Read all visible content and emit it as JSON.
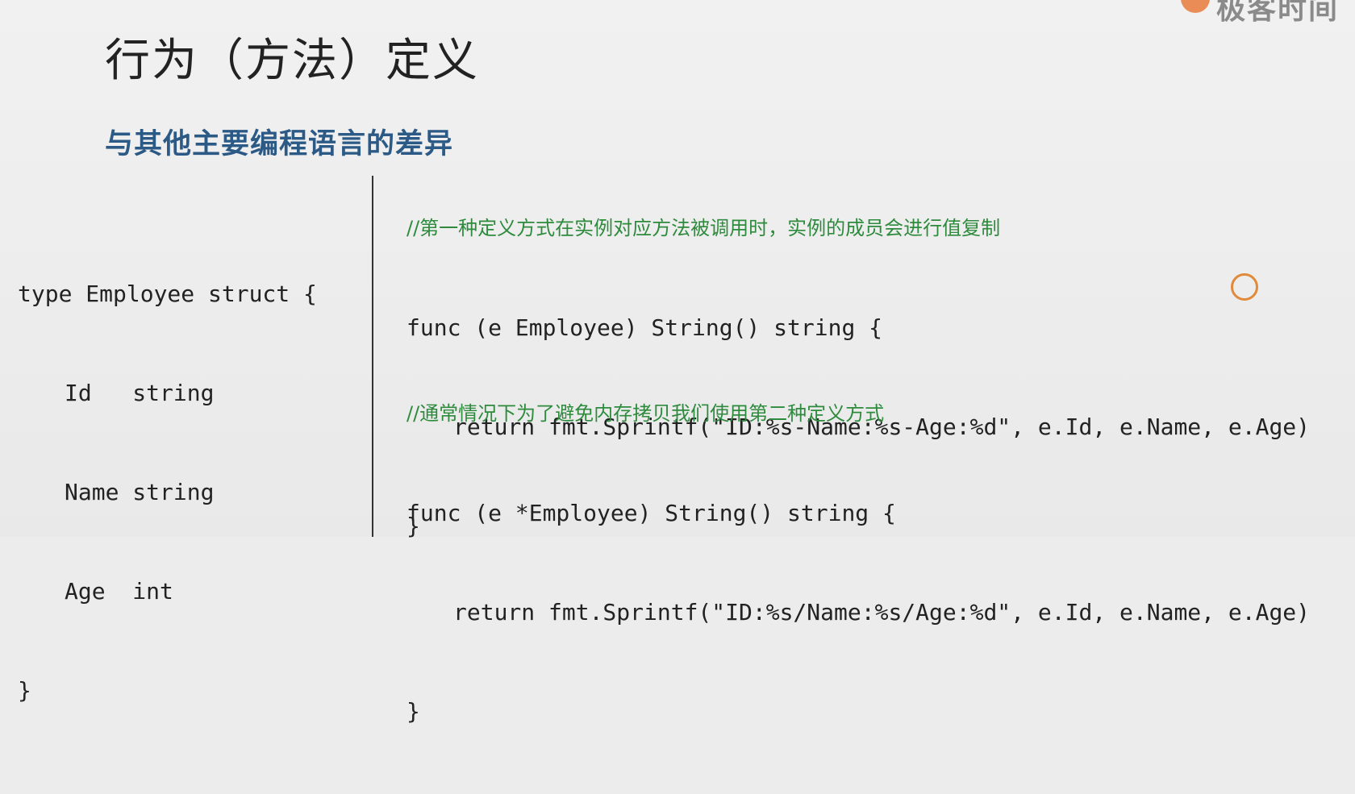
{
  "slide": {
    "title": "行为（方法）定义",
    "subtitle": "与其他主要编程语言的差异",
    "logo_text": "极客时间"
  },
  "struct_code": {
    "lines": [
      "type Employee struct {",
      "Id   string",
      "Name string",
      "Age  int",
      "}"
    ]
  },
  "method1": {
    "comment": "//第一种定义方式在实例对应方法被调用时，实例的成员会进行值复制",
    "lines": [
      "func (e Employee) String() string {",
      "return fmt.Sprintf(\"ID:%s-Name:%s-Age:%d\", e.Id, e.Name, e.Age)",
      "}"
    ]
  },
  "method2": {
    "comment": "//通常情况下为了避免内存拷贝我们使用第二种定义方式",
    "lines": [
      "func (e *Employee) String() string {",
      "return fmt.Sprintf(\"ID:%s/Name:%s/Age:%d\", e.Id, e.Name, e.Age)",
      "}"
    ]
  },
  "colors": {
    "title": "#222222",
    "subtitle": "#2c5a86",
    "comment": "#2e8b3d",
    "cursor_ring": "#e08a3a"
  }
}
